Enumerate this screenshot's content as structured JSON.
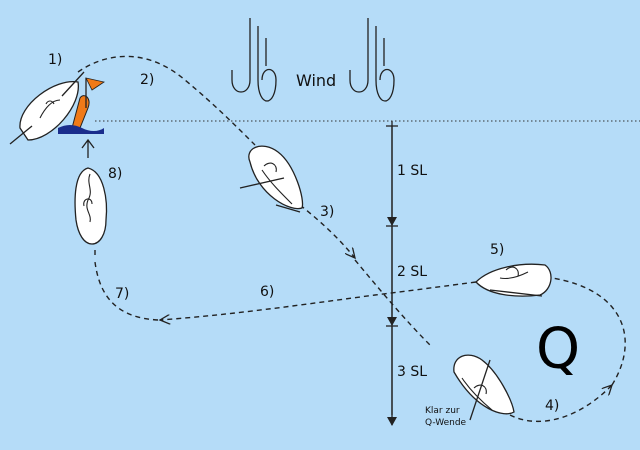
{
  "wind_label": "Wind",
  "steps": {
    "s1": "1)",
    "s2": "2)",
    "s3": "3)",
    "s4": "4)",
    "s5": "5)",
    "s6": "6)",
    "s7": "7)",
    "s8": "8)"
  },
  "distances": {
    "d1": "1 SL",
    "d2": "2 SL",
    "d3": "3 SL"
  },
  "maneuver_letter": "Q",
  "note_line1": "Klar zur",
  "note_line2": "Q-Wende",
  "colors": {
    "background": "#b5dcf8",
    "flag": "#f07a18",
    "water": "#1a2d8c",
    "hull": "#ffffff"
  }
}
